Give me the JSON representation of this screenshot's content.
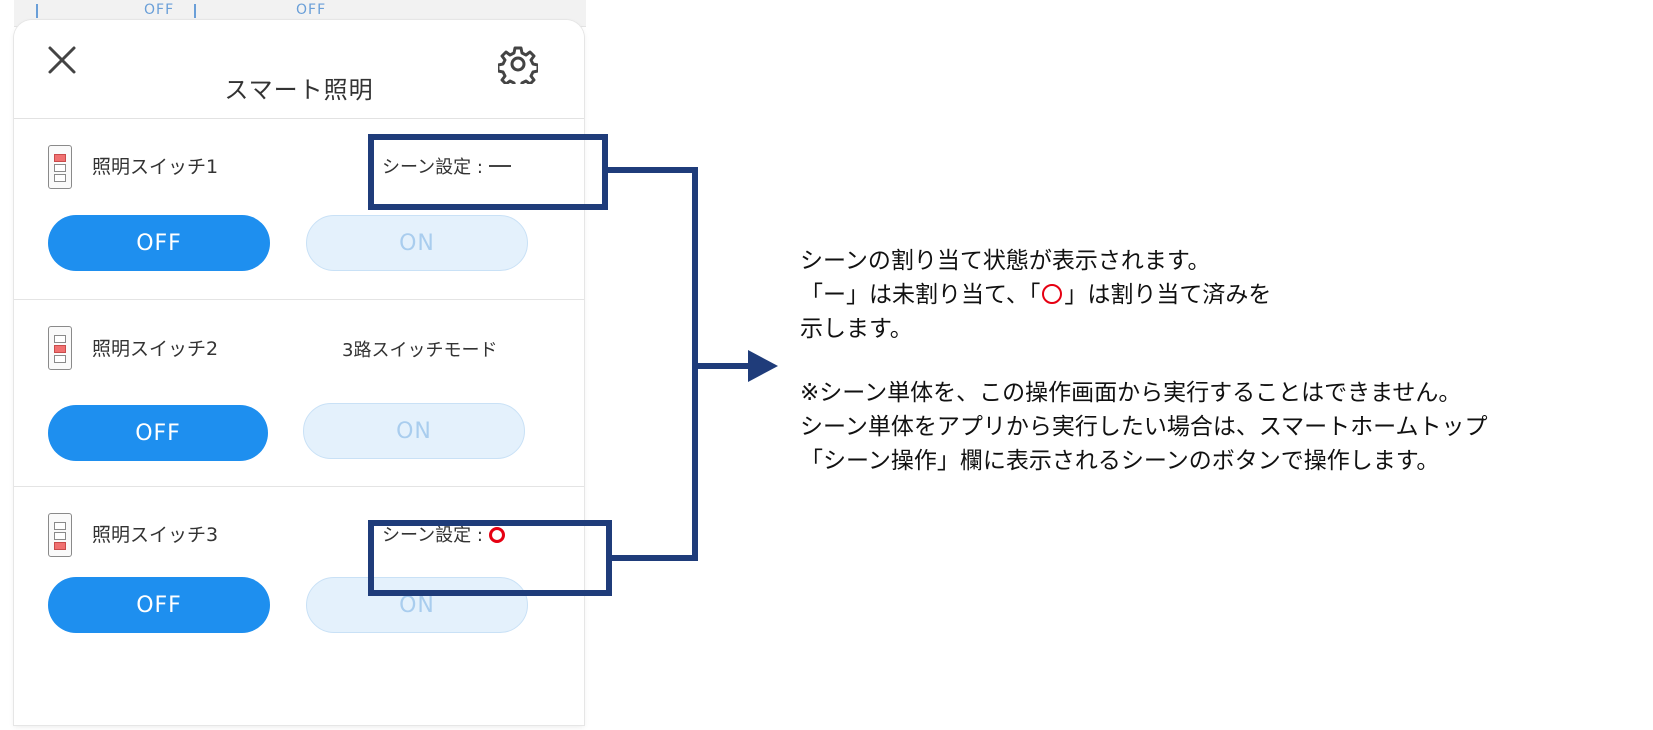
{
  "background_peek": {
    "left_text": "OFF",
    "right_text": "OFF"
  },
  "header": {
    "title": "スマート照明",
    "close_icon": "close-icon",
    "settings_icon": "gear-icon"
  },
  "switches": [
    {
      "name": "照明スイッチ1",
      "status": "シーン設定 :",
      "status_marker": "dash",
      "off_label": "OFF",
      "on_label": "ON",
      "state": "off"
    },
    {
      "name": "照明スイッチ2",
      "status": "3路スイッチモード",
      "status_marker": "none",
      "off_label": "OFF",
      "on_label": "ON",
      "state": "off"
    },
    {
      "name": "照明スイッチ3",
      "status": "シーン設定 :",
      "status_marker": "circle",
      "off_label": "OFF",
      "on_label": "ON",
      "state": "off"
    }
  ],
  "annotation": {
    "line1": "シーンの割り当て状態が表示されます。",
    "line2_a": "「ー」は未割り当て、「",
    "line2_b": "」は割り当て済みを",
    "line3": "示します。",
    "line4": "※シーン単体を、この操作画面から実行することはできません。",
    "line5": "シーン単体をアプリから実行したい場合は、スマートホームトップ",
    "line6": "「シーン操作」欄に表示されるシーンのボタンで操作します。"
  },
  "colors": {
    "accent_blue": "#1e8fef",
    "callout_navy": "#1f3c7a",
    "marker_red": "#e60012",
    "on_button_bg": "#e4f1fc"
  }
}
